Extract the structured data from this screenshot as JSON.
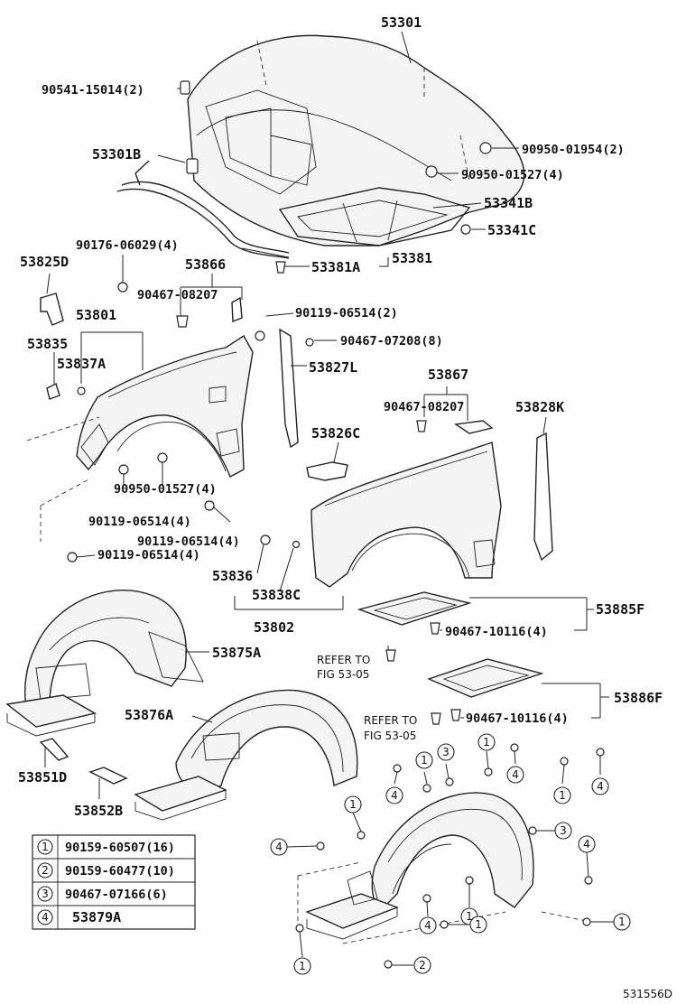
{
  "labels": {
    "hood": "53301",
    "hood_stopper": "90541-15014(2)",
    "hood_cushion": "53301B",
    "cushion_hood_a": "90950-01954(2)",
    "cushion_hood_b": "90950-01527(4)",
    "seal_hood_b": "53341B",
    "seal_hood_c": "53341C",
    "clip_upper": "90176-06029(4)",
    "seal_group": "53381",
    "seal_a": "53381A",
    "bracket_fender_d": "53825D",
    "fender_group_866": "53866",
    "clip_08207_a": "90467-08207",
    "bolt_06514_2": "90119-06514(2)",
    "clip_07208": "90467-07208(8)",
    "fender_front": "53801",
    "fender_group_835": "53835",
    "bracket_837a": "53837A",
    "seal_827l": "53827L",
    "fender_group_867": "53867",
    "clip_08207_b": "90467-08207",
    "seal_828k": "53828K",
    "bracket_826c": "53826C",
    "cushion_01527_b": "90950-01527(4)",
    "bolt_06514_4a": "90119-06514(4)",
    "bolt_06514_4b": "90119-06514(4)",
    "bolt_06514_4c": "90119-06514(4)",
    "bracket_836": "53836",
    "bracket_838c": "53838C",
    "fender_rear": "53802",
    "cover_885f": "53885F",
    "clip_10116_a": "90467-10116(4)",
    "liner_875a": "53875A",
    "refer_a_1": "REFER TO",
    "refer_a_2": "FIG 53-05",
    "cover_886f": "53886F",
    "liner_876a": "53876A",
    "refer_b_1": "REFER TO",
    "refer_b_2": "FIG 53-05",
    "clip_10116_b": "90467-10116(4)",
    "plate_851d": "53851D",
    "plate_852b": "53852B",
    "figure_id": "531556D"
  },
  "legend": [
    {
      "num": "1",
      "part": "90159-60507(16)"
    },
    {
      "num": "2",
      "part": "90159-60477(10)"
    },
    {
      "num": "3",
      "part": "90467-07166(6)"
    },
    {
      "num": "4",
      "part": "53879A"
    }
  ]
}
